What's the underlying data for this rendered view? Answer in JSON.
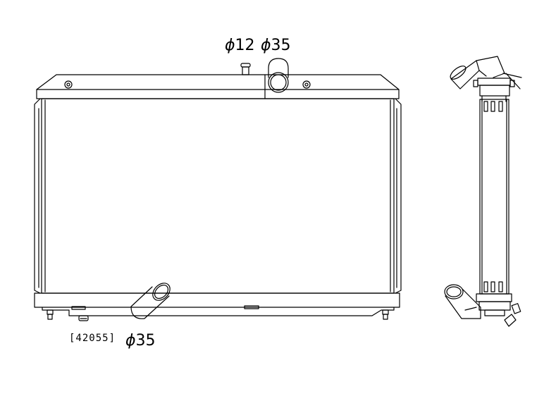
{
  "labels": {
    "top_small_port": {
      "symbol": "ϕ",
      "value": "12"
    },
    "top_large_port": {
      "symbol": "ϕ",
      "value": "35"
    },
    "bottom_port": {
      "symbol": "ϕ",
      "value": "35"
    },
    "part_code": "[42055]"
  },
  "colors": {
    "line": "#000000",
    "background": "#ffffff"
  }
}
